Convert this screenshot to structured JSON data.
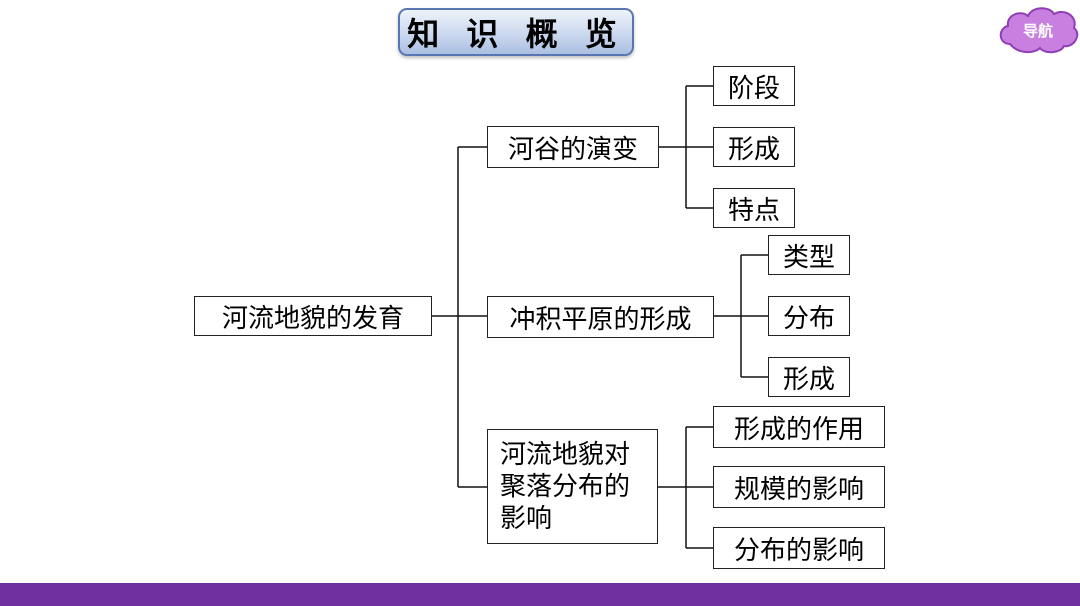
{
  "header": {
    "title": "知 识 概 览"
  },
  "nav_button": {
    "label": "导航",
    "color": "#c97fe0"
  },
  "diagram": {
    "root": "河流地貌的发育",
    "branches": [
      {
        "label": "河谷的演变",
        "children": [
          "阶段",
          "形成",
          "特点"
        ]
      },
      {
        "label": "冲积平原的形成",
        "children": [
          "类型",
          "分布",
          "形成"
        ]
      },
      {
        "label": "河流地貌对\n聚落分布的\n影响",
        "children": [
          "形成的作用",
          "规模的影响",
          "分布的影响"
        ]
      }
    ]
  },
  "theme": {
    "bottom_bar_color": "#7030a0",
    "title_border": "#5a76b0"
  }
}
